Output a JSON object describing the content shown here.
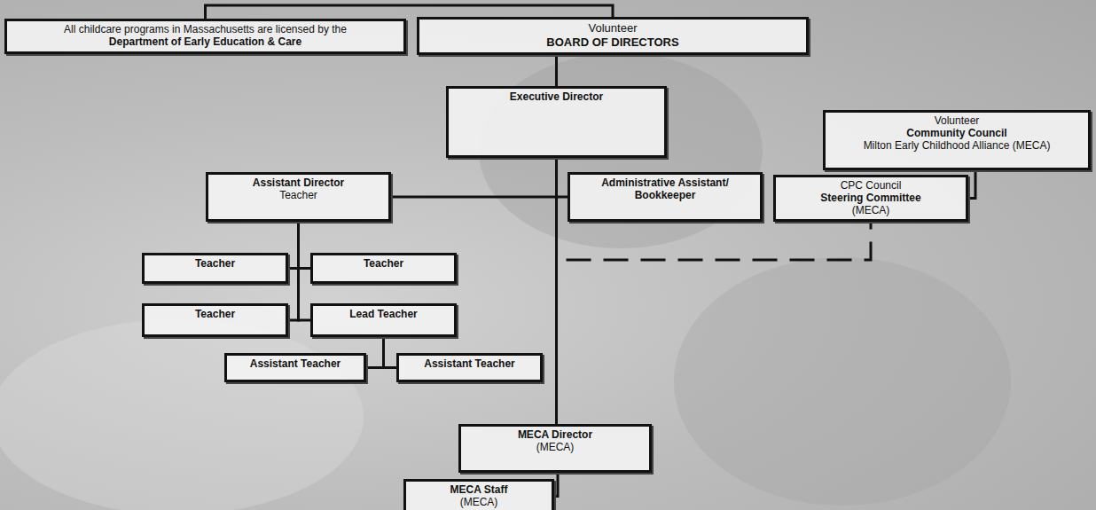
{
  "diagram": {
    "nodes": [
      {
        "text": [
          "All childcare programs in Massachusetts are licensed by the",
          "Department of Early Education & Care"
        ]
      },
      {
        "text": [
          "Volunteer",
          "BOARD OF DIRECTORS"
        ]
      },
      {
        "text": [
          "Executive Director"
        ]
      },
      {
        "text": [
          "Volunteer",
          "Community Council",
          "Milton Early Childhood Alliance (MECA)"
        ]
      },
      {
        "text": [
          "Assistant Director",
          "Teacher"
        ]
      },
      {
        "text": [
          "Administrative Assistant/ Bookkeeper"
        ]
      },
      {
        "text": [
          "CPC Council",
          "Steering Committee",
          "(MECA)"
        ]
      },
      {
        "text": [
          "Teacher"
        ]
      },
      {
        "text": [
          "Teacher"
        ]
      },
      {
        "text": [
          "Teacher"
        ]
      },
      {
        "text": [
          "Lead Teacher"
        ]
      },
      {
        "text": [
          "Assistant Teacher"
        ]
      },
      {
        "text": [
          "Assistant Teacher"
        ]
      },
      {
        "text": [
          "MECA Director",
          "(MECA)"
        ]
      },
      {
        "text": [
          "MECA Staff",
          "(MECA)"
        ]
      }
    ],
    "edges": [
      {
        "from": 0,
        "to": 1,
        "arrow": "none"
      },
      {
        "from": 1,
        "to": 2,
        "arrow": "none"
      },
      {
        "from": 2,
        "to": 4,
        "arrow": "none"
      },
      {
        "from": 2,
        "to": 5,
        "arrow": "none"
      },
      {
        "from": 3,
        "to": 6,
        "arrow": "none"
      },
      {
        "from": 2,
        "to": 6,
        "arrow": "none"
      },
      {
        "from": 4,
        "to": 7,
        "arrow": "none"
      },
      {
        "from": 4,
        "to": 8,
        "arrow": "none"
      },
      {
        "from": 4,
        "to": 9,
        "arrow": "none"
      },
      {
        "from": 4,
        "to": 10,
        "arrow": "none"
      },
      {
        "from": 10,
        "to": 11,
        "arrow": "none"
      },
      {
        "from": 10,
        "to": 12,
        "arrow": "none"
      },
      {
        "from": 2,
        "to": 13,
        "arrow": "none"
      },
      {
        "from": 13,
        "to": 14,
        "arrow": "none"
      }
    ]
  }
}
